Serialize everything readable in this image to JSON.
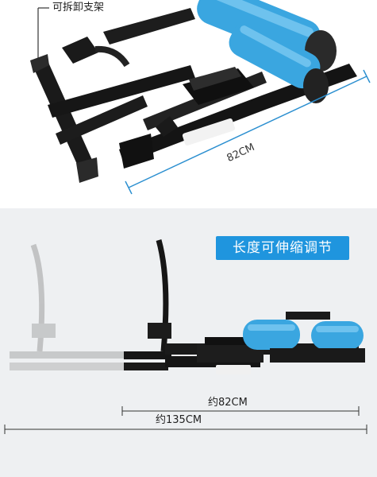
{
  "top": {
    "callout_text": "可拆卸支架",
    "dimension_text": "82CM"
  },
  "bottom": {
    "banner_text": "长度可伸缩调节",
    "dim_82_text": "约82CM",
    "dim_135_text": "约135CM"
  },
  "colors": {
    "roller_blue": "#3aa6e0",
    "frame_black": "#1d1d1d",
    "dimension_line": "#2b8fd0",
    "banner_blue": "#1f95de"
  }
}
